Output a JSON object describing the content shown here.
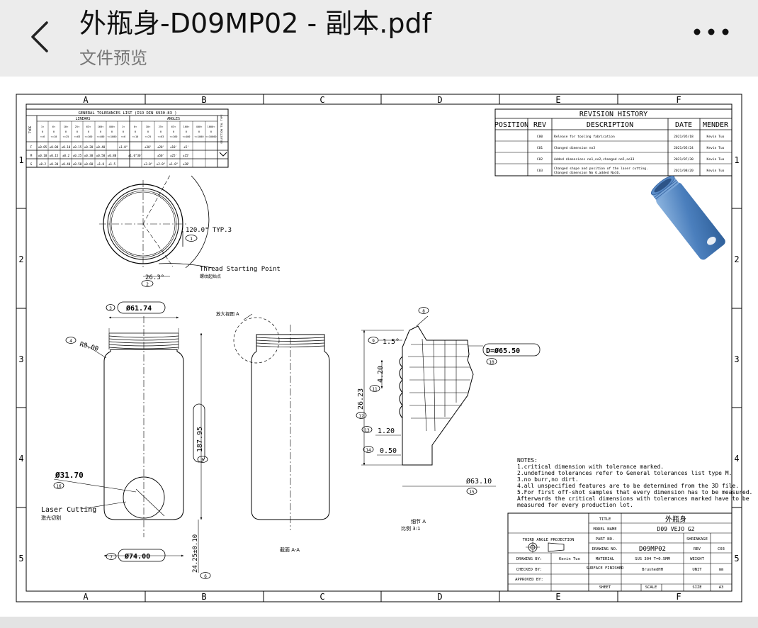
{
  "header": {
    "back_icon": "chevron-left-icon",
    "title": "外瓶身-D09MP02 - 副本.pdf",
    "subtitle": "文件预览",
    "more_icon": "ellipsis-icon"
  },
  "drawing": {
    "zone_cols": [
      "A",
      "B",
      "C",
      "D",
      "E",
      "F"
    ],
    "zone_rows": [
      "1",
      "2",
      "3",
      "4",
      "5"
    ],
    "tol_table": {
      "title": "GENERAL TOLERANCES LIST (ISO DIN 6930-83 )",
      "linears": "LINEARS",
      "angles": "ANGLES",
      "type": "TYPE",
      "selection": "SELECTION TOL TYPE",
      "rows": [
        {
          "type": "F",
          "vals": [
            "±0.05",
            "±0.08",
            "±0.10",
            "±0.15",
            "±0.20",
            "±0.40",
            "±1.0°",
            "±30'",
            "±20'",
            "±10'",
            "±5'"
          ]
        },
        {
          "type": "M",
          "vals": [
            "±0.10",
            "±0.15",
            "±0.2",
            "±0.25",
            "±0.30",
            "±0.50",
            "±0.80",
            "±1.0°30'",
            "±50'",
            "±25'",
            "±15'"
          ]
        },
        {
          "type": "G",
          "vals": [
            "±0.2",
            "±0.30",
            "±0.40",
            "±0.50",
            "±0.60",
            "±1.0",
            "±1.5",
            "±3.0°",
            "±2.0°",
            "±1.0°",
            "±30'"
          ]
        }
      ]
    },
    "revision": {
      "title": "REVISION HISTORY",
      "cols": [
        "POSITION",
        "REV",
        "DESCRIPTION",
        "DATE",
        "MENDER"
      ],
      "rows": [
        {
          "rev": "C00",
          "desc": "Release for tooling fabrication",
          "date": "2021/05/18",
          "mender": "Kevin Tuo"
        },
        {
          "rev": "C01",
          "desc": "Changed dimension no3",
          "date": "2021/05/24",
          "mender": "Kevin Tuo"
        },
        {
          "rev": "C02",
          "desc": "Added dimensions no1,no2,changed no5,no13",
          "date": "2021/07/30",
          "mender": "Kevin Tuo"
        },
        {
          "rev": "C03",
          "desc": "Changed shape and position of the laser cutting.",
          "date": "2021/08/20",
          "mender": "Kevin Tuo"
        }
      ],
      "desc_extra": "Changed dimension No 6,added No16."
    },
    "dims": {
      "angle_120": "120.0° TYP.3",
      "angle_26": "26.3°",
      "thread_start": "Thread Starting Point",
      "thread_cn": "螺纹起始点",
      "dia_top": "Ø61.74",
      "r8": "R8.00",
      "len": "187.95",
      "dia_hole": "Ø31.70",
      "laser": "Laser Cutting",
      "laser_cn": "激光切割",
      "dia_bottom": "Ø74.00",
      "h24": "24.25±0.10",
      "section": "截面 A-A",
      "detail_label": "放大视图 A",
      "detail_a": "细节 A",
      "scale": "比例 3:1",
      "angle_15": "1.5°",
      "d_dim": "D=Ø65.50",
      "d420": "4.20",
      "d2623": "26.23",
      "d120": "1.20",
      "d050": "0.50",
      "d6310": "Ø63.10",
      "balloons": [
        "1",
        "2",
        "3",
        "4",
        "5",
        "6",
        "7",
        "8",
        "9",
        "10",
        "11",
        "12",
        "13",
        "14",
        "15",
        "16"
      ]
    },
    "notes": {
      "title": "NOTES:",
      "lines": [
        "1.critical dimension with tolerance marked.",
        "2.undefined tolerances refer to General tolerances list type M.",
        "3.no burr,no dirt.",
        "4.all unspecified features are to be determined from the 3D file.",
        "5.For first off-shot samples that every dimension has to be measured.",
        "Afterwards the critical dimensions with tolerances marked have to be",
        "measured for every production lot."
      ]
    },
    "title_block": {
      "title_lbl": "TITLE",
      "title_val": "外瓶身",
      "model_lbl": "MODEL NAME",
      "model_val": "D09 VEJO G2",
      "projection": "THIRD ANGLE PROJECTION",
      "part_lbl": "PART NO.",
      "shrink_lbl": "SHRINKAGE",
      "drawing_lbl": "DRAWING NO.",
      "drawing_val": "D09MP02",
      "rev_lbl": "REV",
      "rev_val": "C03",
      "drawn_lbl": "DRAWING BY:",
      "drawn_val": "Kevin Tuo",
      "material_lbl": "MATERIAL",
      "material_val": "SUS 304 T=0.5MM",
      "weight_lbl": "WEIGHT",
      "checked_lbl": "CHECKED BY:",
      "surface_lbl": "SURFACE FINISHED",
      "surface_val": "BrushedHH",
      "unit_lbl": "UNIT",
      "unit_val": "mm",
      "approved_lbl": "APPROVED BY:",
      "sheet_lbl": "SHEET",
      "scale_lbl": "SCALE",
      "size_lbl": "SIZE",
      "size_val": "A3"
    }
  }
}
